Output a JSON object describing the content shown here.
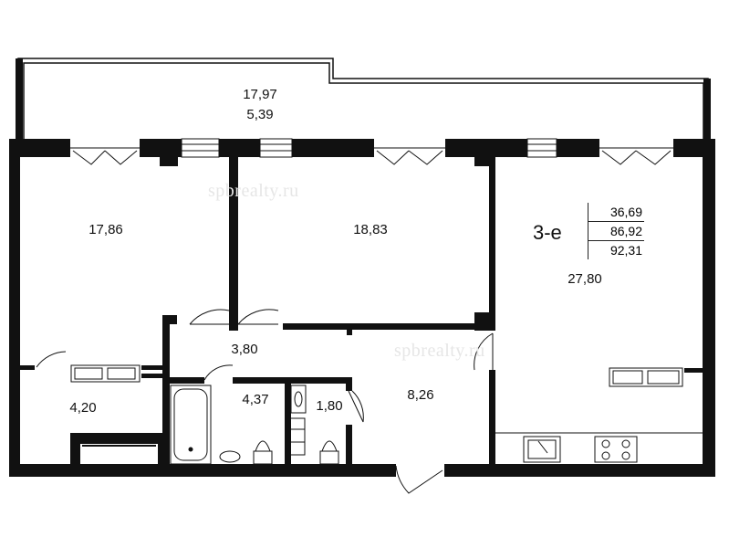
{
  "watermarks": [
    "spbrealty.ru",
    "spbrealty.ru"
  ],
  "rooms": {
    "balcony_area": "17,97",
    "balcony_reduced": "5,39",
    "bedroom_left": "17,86",
    "bedroom_middle": "18,83",
    "living_kitchen": "27,80",
    "corridor": "3,80",
    "hall": "8,26",
    "wardrobe": "4,20",
    "bathroom": "4,37",
    "wc": "1,80"
  },
  "info": {
    "type": "3-е",
    "living_area": "36,69",
    "total_area": "86,92",
    "total_with_balcony": "92,31"
  }
}
